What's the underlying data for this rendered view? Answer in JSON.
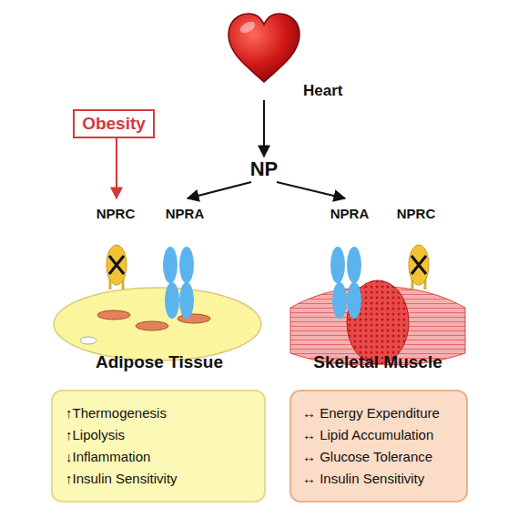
{
  "diagram": {
    "nodes": [
      {
        "text": [
          "Obesity"
        ]
      },
      {
        "text": [
          "Heart"
        ]
      },
      {
        "text": [
          "NP"
        ]
      },
      {
        "text": [
          "Adipose Tissue"
        ]
      },
      {
        "text": [
          "Skeletal Muscle"
        ]
      },
      {
        "text": [
          "↑Thermogenesis",
          "↑Lipolysis",
          "↓Inflammation",
          "↑Insulin Sensitivity"
        ]
      },
      {
        "text": [
          "↔ Energy Expenditure",
          "↔ Lipid Accumulation",
          "↔ Glucose Tolerance",
          "↔ Insulin Sensitivity"
        ]
      }
    ],
    "edges": [
      {
        "from": 1,
        "to": 2,
        "arrow": "to"
      },
      {
        "from": 2,
        "to": 3,
        "arrow": "to"
      },
      {
        "from": 2,
        "to": 4,
        "arrow": "to"
      },
      {
        "from": 0,
        "to": 3,
        "arrow": "to"
      }
    ],
    "labels": [
      "NPRC",
      "NPRA",
      "NPRA",
      "NPRC"
    ]
  }
}
